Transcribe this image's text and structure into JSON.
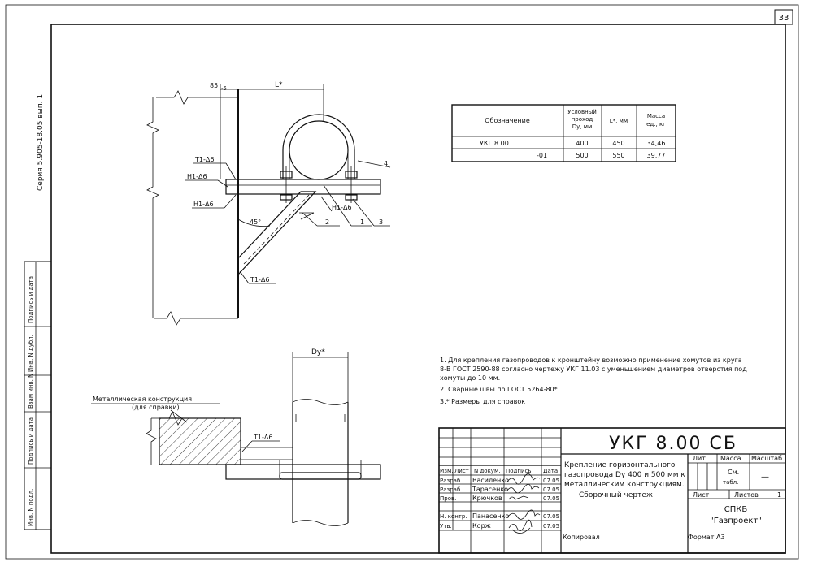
{
  "page_number": "33",
  "series": "Серия 5.905-18.05 вып. 1",
  "side_stamp": [
    "Инв. N подл.",
    "Подпись и дата",
    "Взам инв. N",
    "Инв. N дубл.",
    "Подпись и дата"
  ],
  "drawing_labels": {
    "dim_85": "85",
    "dim_85_sub": "-5",
    "dim_L": "L*",
    "t1_top": "T1-Δ6",
    "h1_top": "H1-Δ6",
    "h1_left": "H1-Δ6",
    "h1_brace": "H1-Δ6",
    "t1_bottom": "T1-Δ6",
    "angle": "45°",
    "callout_1": "1",
    "callout_2": "2",
    "callout_3": "3",
    "callout_4": "4",
    "dim_Dy": "Dу*",
    "metal_title": "Металлическая конструкция",
    "metal_sub": "(для справки)",
    "t1_plan": "T1-Δ6"
  },
  "spec_table": {
    "headers": [
      "Обозначение",
      "Условный проход Dу, мм",
      "L*, мм",
      "Масса ед., кг"
    ],
    "header_lines": [
      [
        "Обозначение"
      ],
      [
        "Условный",
        "проход",
        "Dу, мм"
      ],
      [
        "L*, мм"
      ],
      [
        "Масса",
        "ед., кг"
      ]
    ],
    "rows": [
      [
        "УКГ 8.00",
        "400",
        "450",
        "34,46"
      ],
      [
        "-01",
        "500",
        "550",
        "39,77"
      ]
    ]
  },
  "notes": [
    "1. Для крепления газопроводов к кронштейну возможно применение хомутов из круга",
    "8-В ГОСТ 2590-88 согласно чертежу УКГ 11.03 с уменьшением диаметров отверстия под",
    "хомуты до 10 мм.",
    "2. Сварные швы по ГОСТ 5264-80*.",
    "3.* Размеры для справок"
  ],
  "title_block": {
    "code": "УКГ 8.00 СБ",
    "title_lines": [
      "Крепление горизонтального",
      "газопровода Dу 400 и 500 мм к",
      "металлическим конструкциям."
    ],
    "subtitle": "Сборочный чертеж",
    "col_headers": [
      "Изм.",
      "Лист",
      "N докум.",
      "Подпись",
      "Дата"
    ],
    "roles": [
      {
        "role": "Разраб.",
        "name": "Василенко",
        "date": "07.05"
      },
      {
        "role": "Разраб.",
        "name": "Тарасенко",
        "date": "07.05"
      },
      {
        "role": "Пров.",
        "name": "Крючков",
        "date": "07.05"
      },
      {
        "role": "Н. контр.",
        "name": "Панасенко",
        "date": "07.05"
      },
      {
        "role": "Утв.",
        "name": "Корж",
        "date": "07.05"
      }
    ],
    "lit_label": "Лит.",
    "mass_label": "Масса",
    "scale_label": "Масштаб",
    "mass_value": "См.",
    "mass_value2": "табл.",
    "scale_value": "—",
    "sheet_label": "Лист",
    "sheets_label": "Листов",
    "sheets_value": "1",
    "org_1": "СПКБ",
    "org_2": "\"Газпроект\""
  },
  "footer": {
    "copied": "Копировал",
    "format": "Формат А3"
  }
}
